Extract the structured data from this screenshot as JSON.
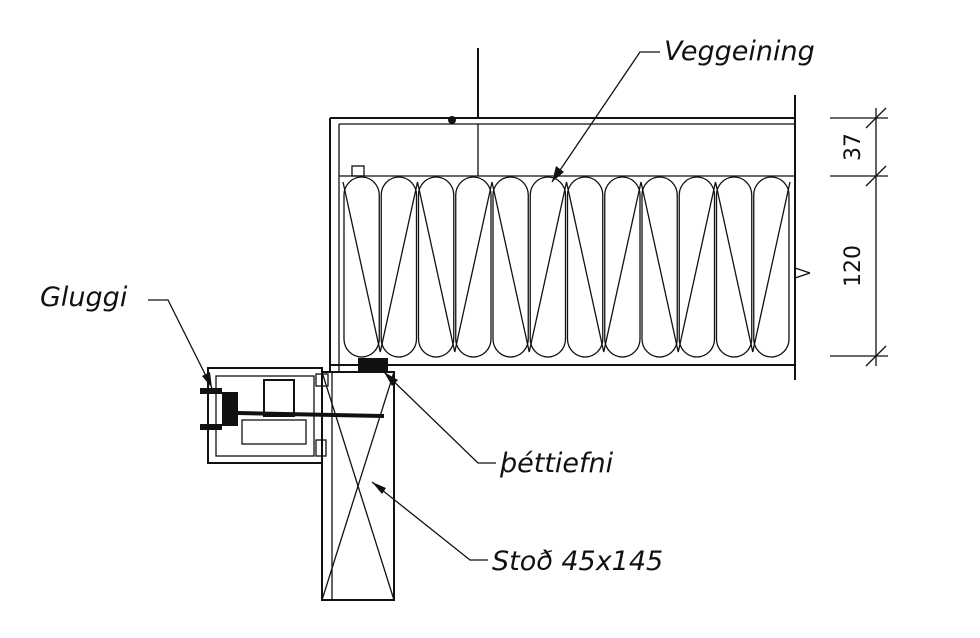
{
  "labels": {
    "veggeining": "Veggeining",
    "gluggi": "Gluggi",
    "thettiefni": "þéttiefni",
    "stod": "Stoð 45x145"
  },
  "dimensions": {
    "top": "37",
    "main": "120"
  },
  "colors": {
    "ink": "#111111",
    "paper": "#ffffff"
  }
}
